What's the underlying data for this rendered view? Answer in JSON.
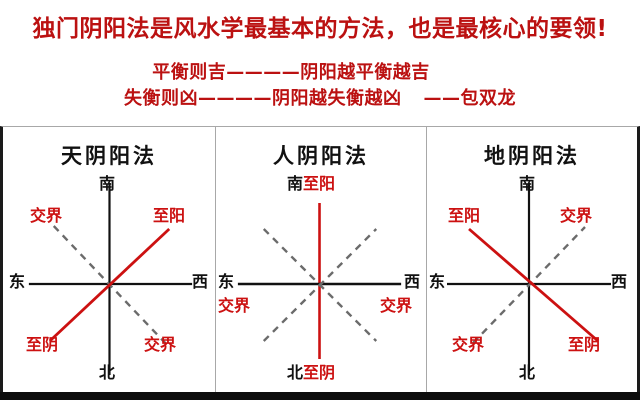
{
  "header": {
    "main_title": "独门阴阳法是风水学最基本的方法，也是最核心的要领!",
    "line_auspicious": "平衡则吉————阴阳越平衡越吉",
    "line_inauspicious": "失衡则凶————阴阳越失衡越凶",
    "author": "——包双龙",
    "title_color": "#bb1111"
  },
  "panels": [
    {
      "title": "天阴阳法",
      "axes": {
        "north": "北",
        "south": "南",
        "east": "东",
        "west": "西"
      },
      "labels": {
        "top_left": "交界",
        "top_right": "至阳",
        "bottom_left": "至阴",
        "bottom_right": "交界"
      },
      "solid_diagonal": "bottom-left-to-top-right",
      "dashed_diagonal": "top-left-to-bottom-right",
      "vertical_axis_color": "#111111",
      "horizontal_axis_color": "#111111",
      "accent_color": "#cc1111"
    },
    {
      "title": "人阴阳法",
      "axes": {
        "north": "北",
        "south": "南",
        "east": "东",
        "west": "西"
      },
      "labels": {
        "south_value": "至阳",
        "north_value": "至阴",
        "east_value": "交界",
        "west_value": "交界"
      },
      "solid_diagonal": "none",
      "dashed_diagonal": "both",
      "vertical_axis_color": "#cc1111",
      "horizontal_axis_color": "#111111",
      "accent_color": "#cc1111"
    },
    {
      "title": "地阴阳法",
      "axes": {
        "north": "北",
        "south": "南",
        "east": "东",
        "west": "西"
      },
      "labels": {
        "top_left": "至阳",
        "top_right": "交界",
        "bottom_left": "交界",
        "bottom_right": "至阴"
      },
      "solid_diagonal": "top-left-to-bottom-right",
      "dashed_diagonal": "bottom-left-to-top-right",
      "vertical_axis_color": "#111111",
      "horizontal_axis_color": "#111111",
      "accent_color": "#cc1111"
    }
  ]
}
